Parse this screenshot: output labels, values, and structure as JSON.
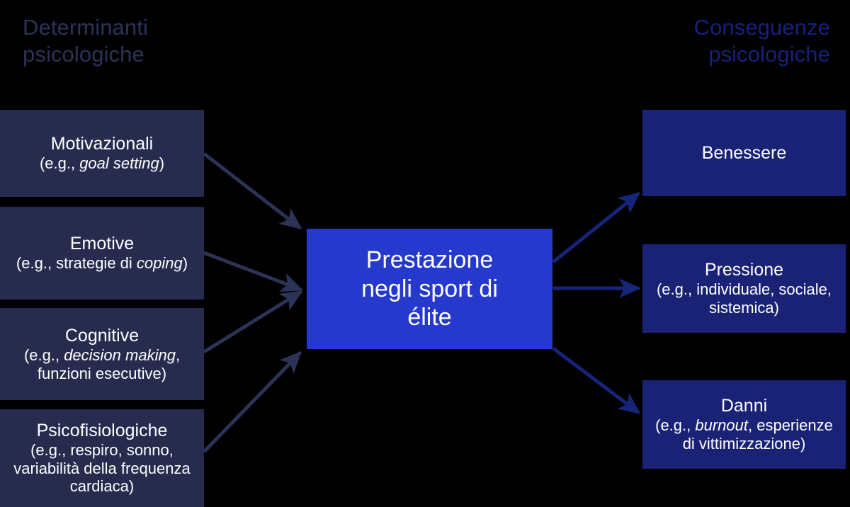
{
  "diagram": {
    "title_left": "Determinanti\npsicologiche",
    "title_right": "Conseguenze\npsicologiche",
    "colors": {
      "background": "#000000",
      "left_box": "#272c4f",
      "right_box": "#1a2275",
      "center_box": "#2539cc",
      "left_header_text": "#2c3357",
      "right_header_text": "#17217a",
      "left_arrow": "#2c3357",
      "right_arrow": "#16257a",
      "box_text": "#ffffff"
    },
    "determinants": [
      {
        "title": "Motivazionali",
        "sub_pre": "(e.g., ",
        "sub_em": "goal setting",
        "sub_post": ")"
      },
      {
        "title": "Emotive",
        "sub_pre": "(e.g., strategie di ",
        "sub_em": "coping",
        "sub_post": ")"
      },
      {
        "title": "Cognitive",
        "sub_pre": "(e.g., ",
        "sub_em": "decision making",
        "sub_post": ", funzioni esecutive)"
      },
      {
        "title": "Psicofisiologiche",
        "sub_pre": "(e.g., respiro, sonno, variabilità della frequenza cardiaca)",
        "sub_em": "",
        "sub_post": ""
      }
    ],
    "center": {
      "title": "Prestazione\nnegli sport di\nélite"
    },
    "consequences": [
      {
        "title": "Benessere",
        "sub_pre": "",
        "sub_em": "",
        "sub_post": ""
      },
      {
        "title": "Pressione",
        "sub_pre": "(e.g., individuale, sociale, sistemica)",
        "sub_em": "",
        "sub_post": ""
      },
      {
        "title": "Danni",
        "sub_pre": "(e.g., ",
        "sub_em": "burnout",
        "sub_post": ", esperienze di vittimizzazione)"
      }
    ]
  }
}
